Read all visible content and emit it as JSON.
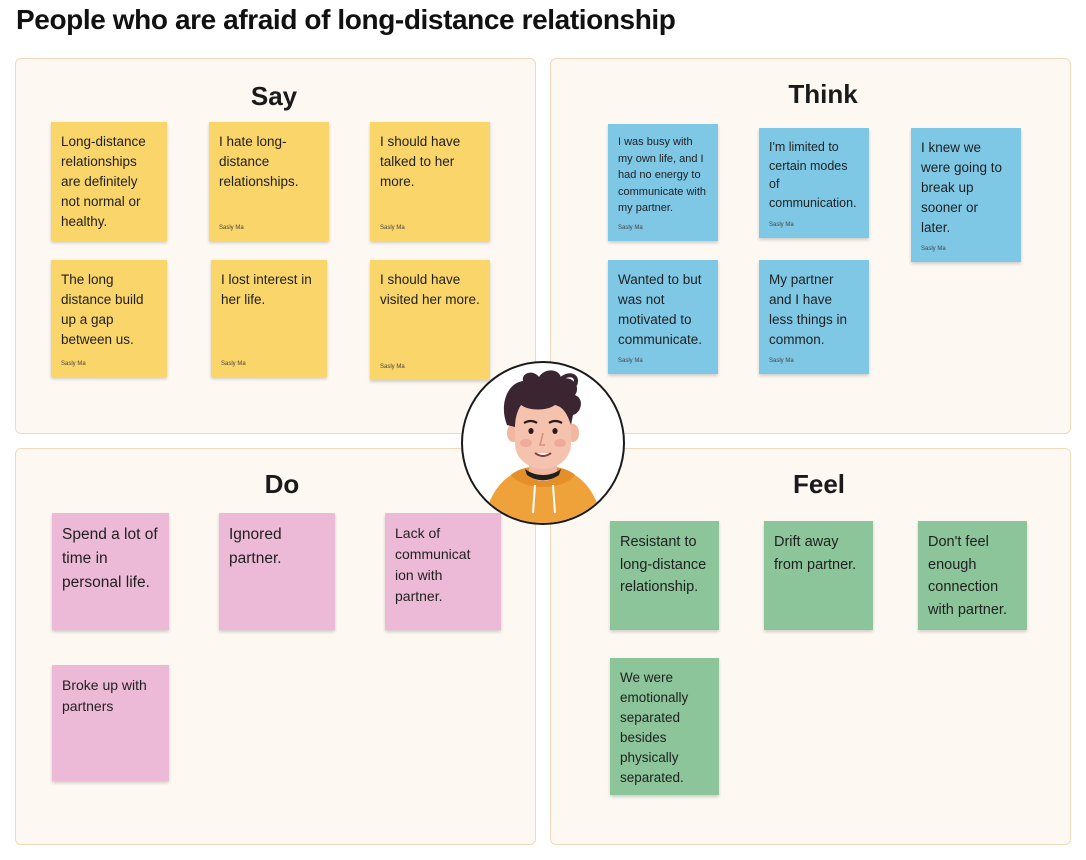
{
  "title": "People who are afraid of long-distance relationship",
  "quadrants": {
    "say": {
      "title": "Say",
      "notes": [
        {
          "text": "Long-distance relationships are definitely not normal or healthy.",
          "author": ""
        },
        {
          "text": "I hate long-distance relationships.",
          "author": "Sasly Ma"
        },
        {
          "text": "I should have talked to her more.",
          "author": "Sasly Ma"
        },
        {
          "text": "The long distance build up a gap between us.",
          "author": "Sasly Ma"
        },
        {
          "text": "I lost interest in her life.",
          "author": "Sasly Ma"
        },
        {
          "text": "I should have visited her more.",
          "author": "Sasly Ma"
        }
      ]
    },
    "think": {
      "title": "Think",
      "notes": [
        {
          "text": "I was busy with my own life, and I had no energy to communicate with my partner.",
          "author": "Sasly Ma"
        },
        {
          "text": "I'm limited to certain modes of communication.",
          "author": "Sasly Ma"
        },
        {
          "text": "I knew we were going to break up sooner or later.",
          "author": "Sasly Ma"
        },
        {
          "text": "Wanted to but was not motivated to communicate.",
          "author": "Sasly Ma"
        },
        {
          "text": "My partner and I have less things in common.",
          "author": "Sasly Ma"
        }
      ]
    },
    "do": {
      "title": "Do",
      "notes": [
        {
          "text": "Spend a lot of time in personal life."
        },
        {
          "text": "Ignored partner."
        },
        {
          "text": "Lack of communicat ion with partner."
        },
        {
          "text": "Broke up with partners"
        }
      ]
    },
    "feel": {
      "title": "Feel",
      "notes": [
        {
          "text": "Resistant to long-distance relationship."
        },
        {
          "text": "Drift away from partner."
        },
        {
          "text": "Don't feel enough connection with partner."
        },
        {
          "text": "We were emotionally separated besides physically separated."
        }
      ]
    }
  },
  "colors": {
    "say": "#f9d56a",
    "think": "#7ec8e6",
    "do": "#ecbad6",
    "feel": "#8cc59a",
    "board": "#fdf8f2"
  },
  "avatar": {
    "icon": "person-avatar-icon"
  }
}
